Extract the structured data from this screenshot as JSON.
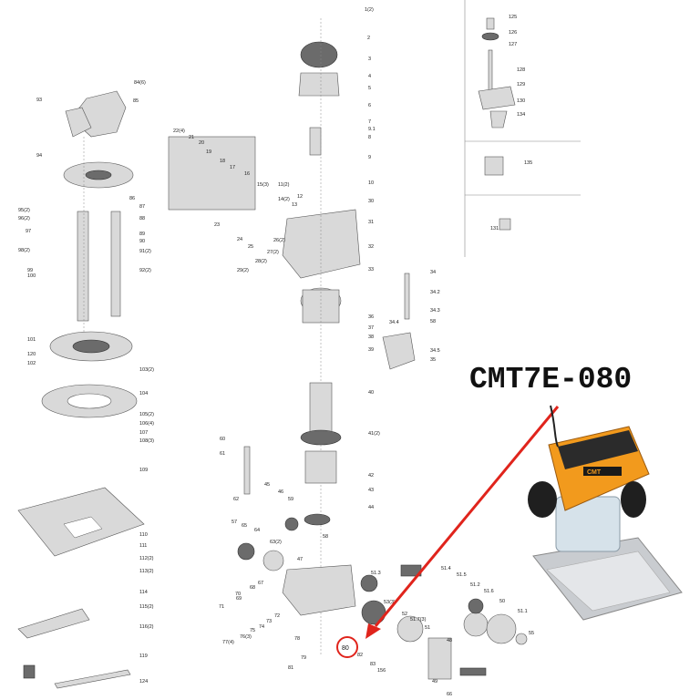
{
  "product_title": "CMT7E-080",
  "highlighted_part": "80",
  "accent_color": "#e0241c",
  "brand_color": "#f29a1d",
  "part_labels": [
    "1(2)",
    "2",
    "3",
    "4",
    "5",
    "6",
    "7",
    "9.1",
    "8",
    "9",
    "10",
    "11(2)",
    "12",
    "14(2)",
    "13",
    "30",
    "31",
    "32",
    "33",
    "15(3)",
    "16",
    "17",
    "18",
    "19",
    "20",
    "21",
    "22(4)",
    "23",
    "24",
    "25",
    "26(2)",
    "27(2)",
    "28(2)",
    "29(2)",
    "84(6)",
    "85",
    "93",
    "94",
    "86",
    "87",
    "88",
    "89",
    "90",
    "91(2)",
    "92(2)",
    "95(2)",
    "96(2)",
    "97",
    "98(2)",
    "99",
    "100",
    "101",
    "120",
    "102",
    "103(2)",
    "104",
    "105(2)",
    "106(4)",
    "107",
    "108(3)",
    "109",
    "110",
    "111",
    "112(2)",
    "113(2)",
    "114",
    "115(2)",
    "116(2)",
    "119",
    "124",
    "125",
    "126",
    "127",
    "128",
    "129",
    "130",
    "134",
    "135",
    "131",
    "34",
    "34.2",
    "34.3",
    "58",
    "34.4",
    "34.5",
    "35",
    "36",
    "37",
    "38",
    "39",
    "40",
    "41(2)",
    "42",
    "43",
    "44",
    "45",
    "46",
    "59",
    "60",
    "61",
    "62",
    "63(2)",
    "64",
    "65",
    "57",
    "58",
    "47",
    "51.3",
    "51.4",
    "51.5",
    "51.2",
    "51.6",
    "50",
    "51.1",
    "55",
    "53(3)",
    "51.7(3)",
    "52",
    "51",
    "48",
    "49",
    "66",
    "67",
    "68",
    "69",
    "70",
    "71",
    "72",
    "73",
    "74",
    "75",
    "76(3)",
    "77(4)",
    "78",
    "79",
    "81",
    "82",
    "83",
    "156"
  ],
  "icons": [
    "router-photo",
    "red-arrow",
    "circle-highlight"
  ]
}
